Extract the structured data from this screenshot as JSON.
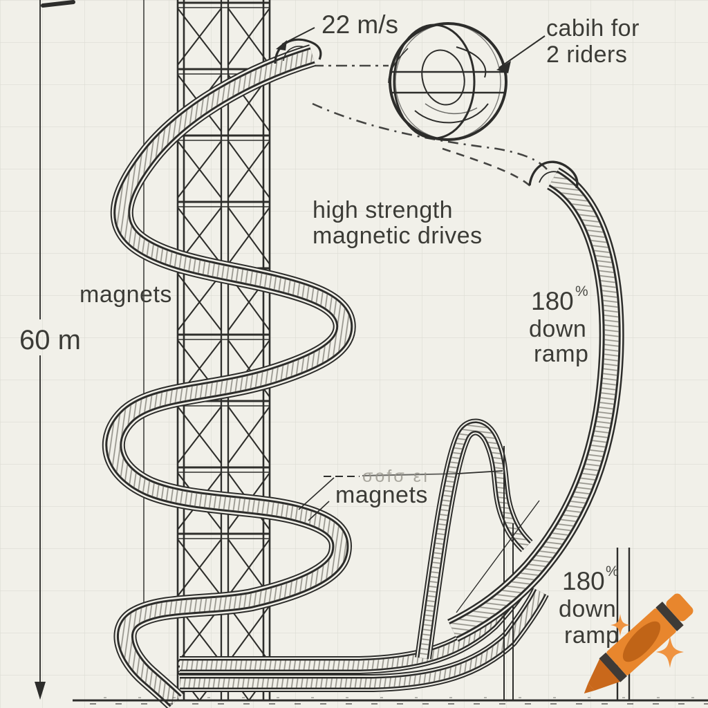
{
  "drawing": {
    "kind": "hand-sketched blueprint of a magnetic spiral tower coaster on graph paper",
    "paper_color": "#f1f0e9",
    "grid_color": "#dcdbd3",
    "ink_color": "#2d2d2b"
  },
  "labels": {
    "speed": "22 m/s",
    "cabin1": "cabih for",
    "cabin2": "2 riders",
    "drive1": "high strength",
    "drive2": "magnetic drives",
    "magnets_left": "magnets",
    "height": "60 m",
    "mid_angle": "180",
    "mid_sup": "%",
    "mid_down": "down",
    "mid_ramp": "ramp",
    "scribble": "σofσ εı",
    "magnets_center": "magnets",
    "bot_angle": "180",
    "bot_sup": "%",
    "bot_down": "down",
    "bot_ramp": "ramp"
  },
  "icons": {
    "crayon": "crayon-icon (orange crayon watermark, tilted, bottom right)",
    "sparkles": "sparkle-icon (four-point stars beside crayon)"
  },
  "colors": {
    "crayon_body": "#e8862d",
    "crayon_tip": "#c9681b",
    "crayon_band": "#3e3a36",
    "crayon_label_oval": "#c06417",
    "sparkle": "#ef9340"
  }
}
